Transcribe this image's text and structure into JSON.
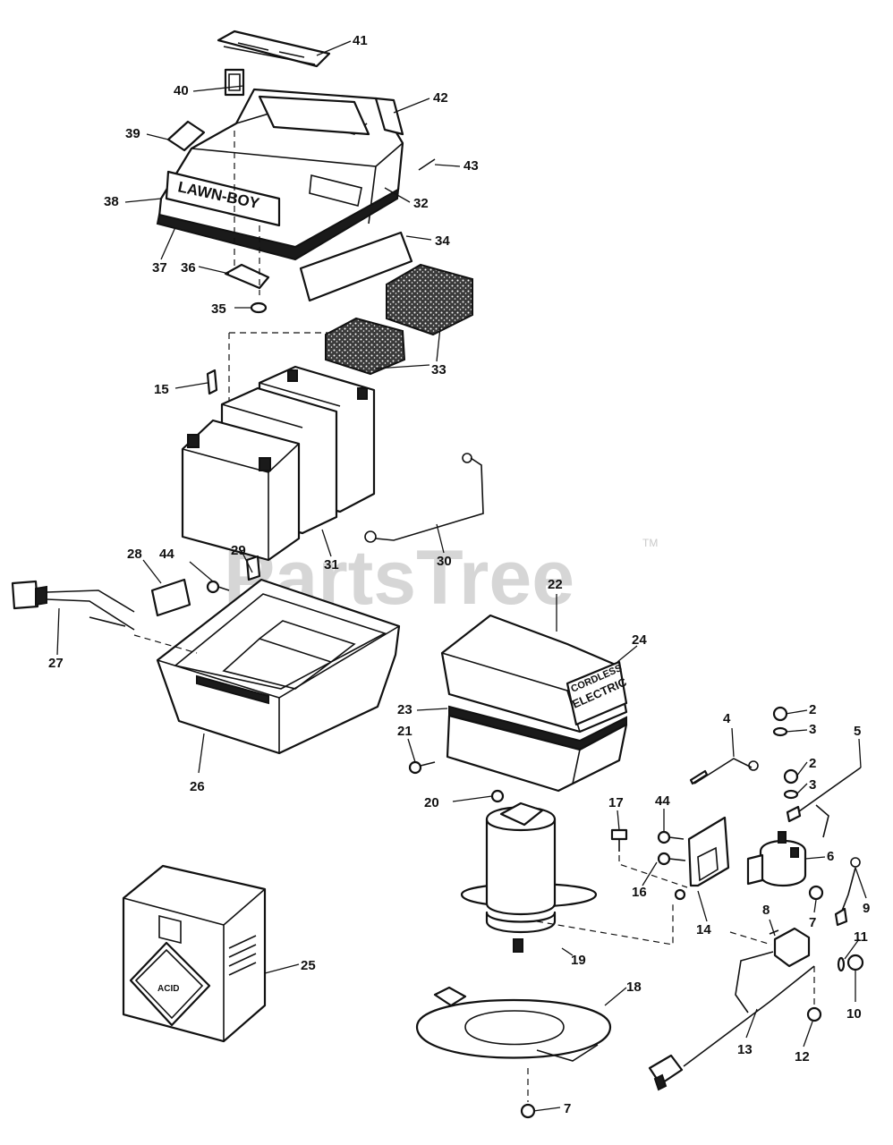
{
  "watermark": {
    "text": "PartsTree",
    "trademark": "TM"
  },
  "part_labels": {
    "lawn_boy": "LAWN-BOY",
    "cordless": "CORDLESS",
    "electric": "ELECTRIC",
    "acid": "ACID"
  },
  "callouts": {
    "c2a": "2",
    "c2b": "2",
    "c3a": "3",
    "c3b": "3",
    "c4": "4",
    "c5": "5",
    "c6": "6",
    "c7a": "7",
    "c7b": "7",
    "c8": "8",
    "c9": "9",
    "c10": "10",
    "c11": "11",
    "c12": "12",
    "c13": "13",
    "c14": "14",
    "c15": "15",
    "c16": "16",
    "c17": "17",
    "c18": "18",
    "c19": "19",
    "c20": "20",
    "c21": "21",
    "c22": "22",
    "c23": "23",
    "c24": "24",
    "c25": "25",
    "c26": "26",
    "c27": "27",
    "c28": "28",
    "c29": "29",
    "c30": "30",
    "c31": "31",
    "c32": "32",
    "c33": "33",
    "c34": "34",
    "c35": "35",
    "c36": "36",
    "c37": "37",
    "c38": "38",
    "c39": "39",
    "c40": "40",
    "c41": "41",
    "c42": "42",
    "c43": "43",
    "c44a": "44",
    "c44b": "44"
  }
}
